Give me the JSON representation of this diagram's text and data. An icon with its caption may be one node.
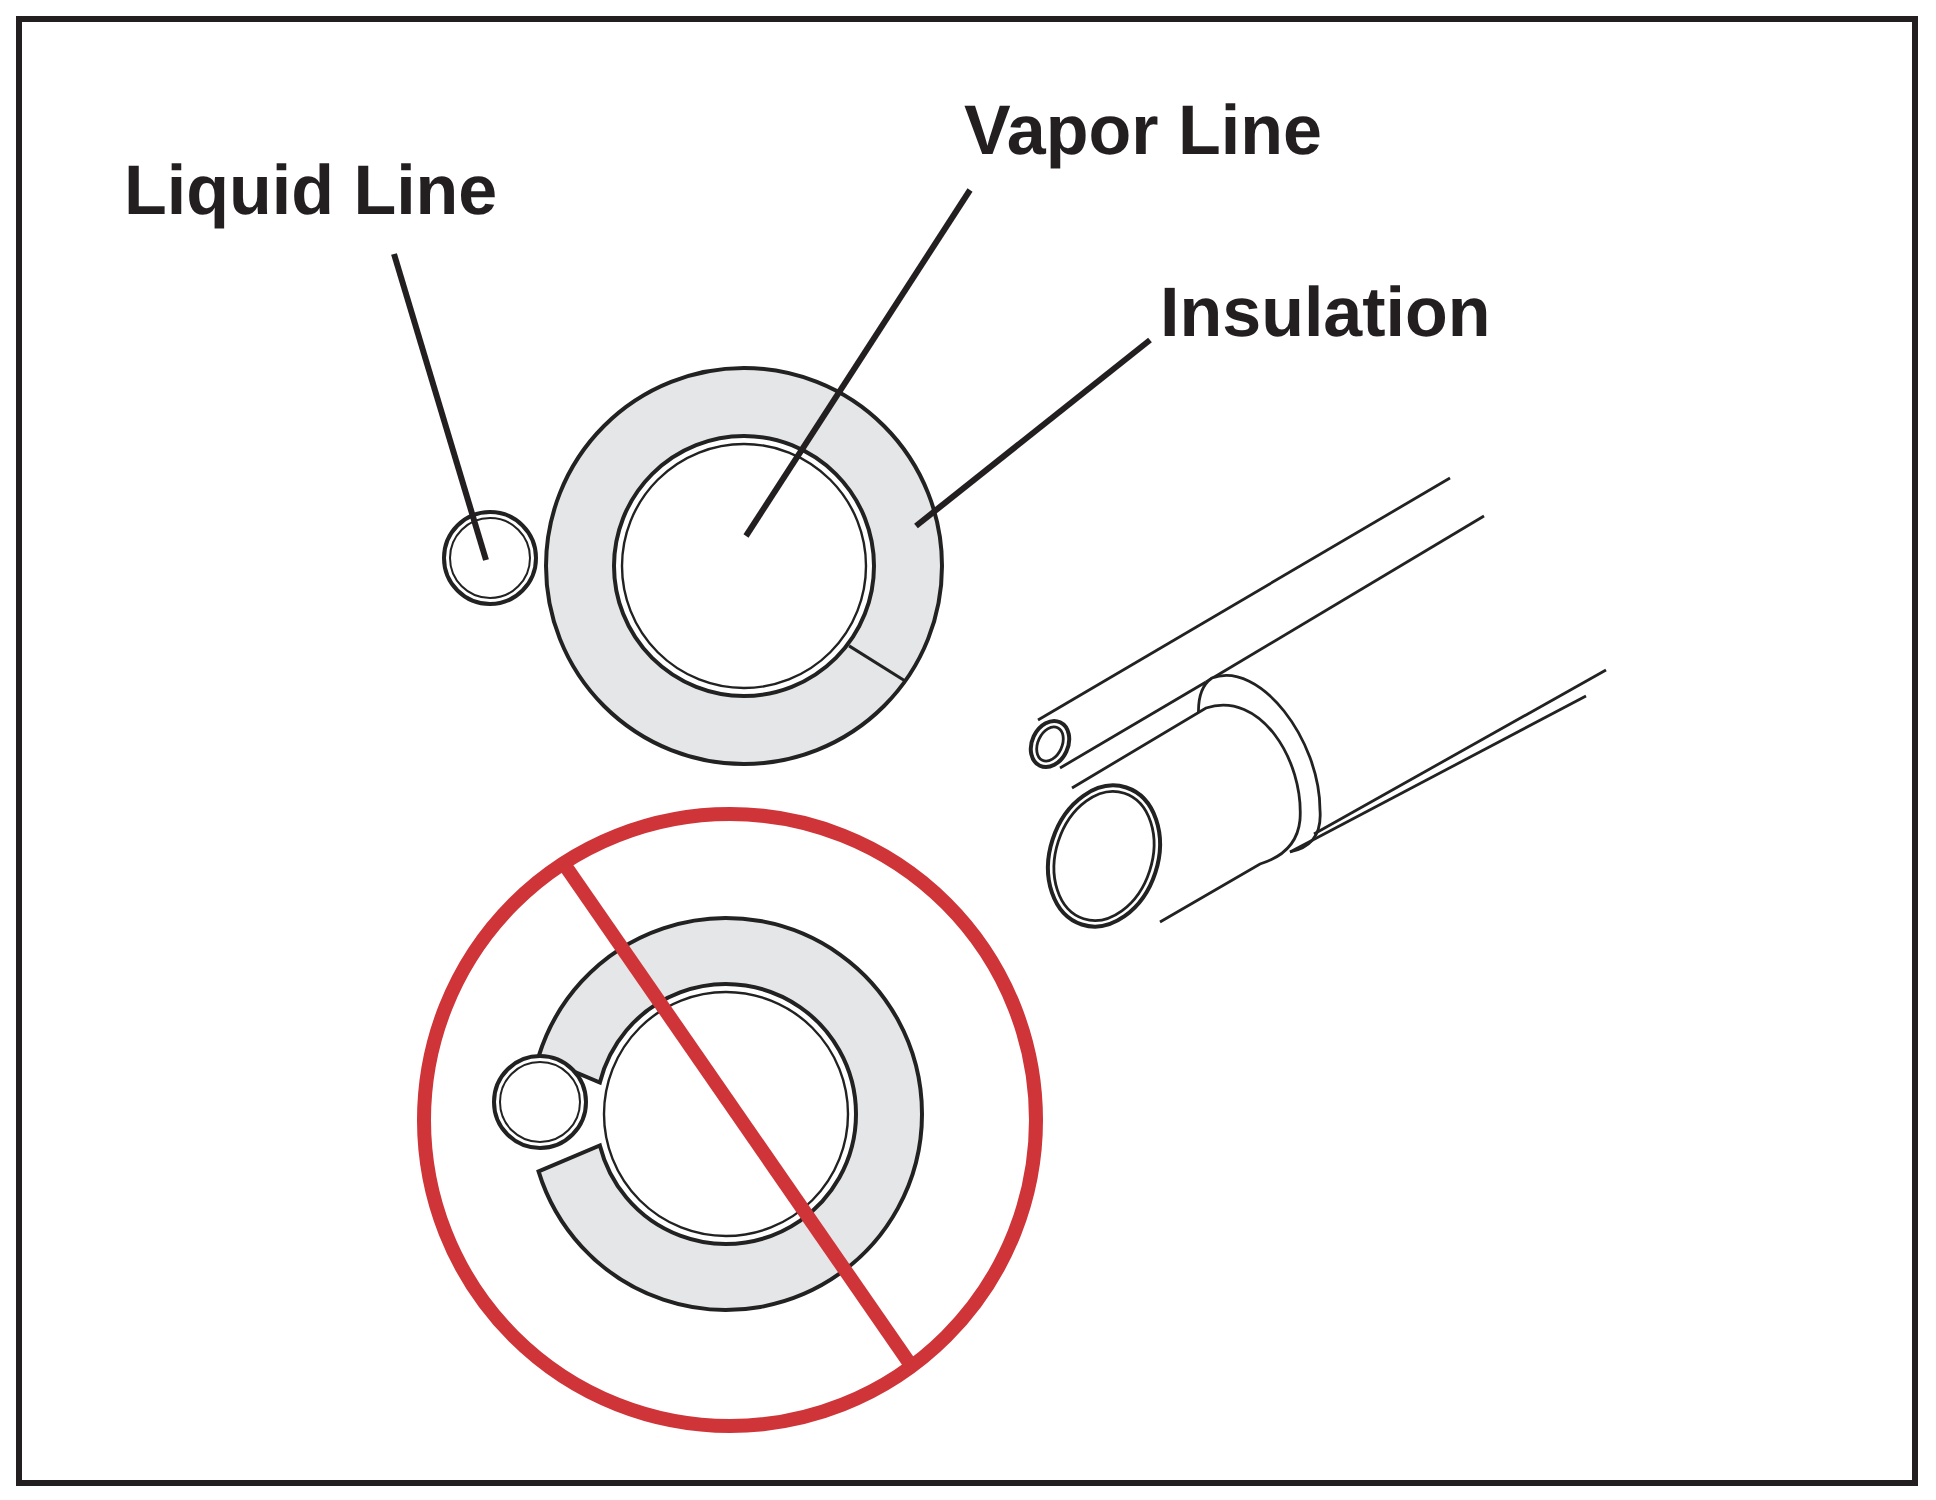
{
  "diagram": {
    "nodes": [
      {
        "text": [
          "Liquid Line"
        ]
      },
      {
        "text": [
          "Vapor Line"
        ]
      },
      {
        "text": [
          "Insulation"
        ]
      },
      {
        "text": [],
        "shape": "circle"
      },
      {
        "text": [],
        "shape": "circle",
        "in": 5
      },
      {
        "text": [],
        "shape": "circle"
      }
    ],
    "edges": [
      {
        "from": 0,
        "to": 3,
        "arrow": "none"
      },
      {
        "from": 1,
        "to": 4,
        "arrow": "none"
      },
      {
        "from": 2,
        "to": 5,
        "arrow": "none"
      }
    ]
  }
}
